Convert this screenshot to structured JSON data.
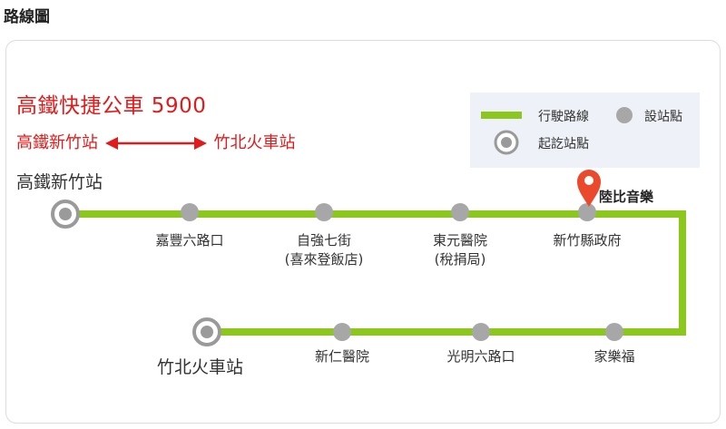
{
  "page_title": "路線圖",
  "route": {
    "name": "高鐵快捷公車 5900",
    "from": "高鐵新竹站",
    "to": "竹北火車站"
  },
  "legend": {
    "line_label": "行駛路線",
    "stop_label": "設站點",
    "terminal_label": "起訖站點"
  },
  "terminals": {
    "start": "高鐵新竹站",
    "end": "竹北火車站"
  },
  "stops_top": [
    {
      "name": "嘉豐六路口",
      "sub": ""
    },
    {
      "name": "自強七街",
      "sub": "(喜來登飯店)"
    },
    {
      "name": "東元醫院",
      "sub": "(稅捐局)"
    },
    {
      "name": "新竹縣政府",
      "sub": ""
    }
  ],
  "stops_bottom": [
    {
      "name": "新仁醫院"
    },
    {
      "name": "光明六路口"
    },
    {
      "name": "家樂福"
    }
  ],
  "landmark": "陸比音樂",
  "colors": {
    "route_line": "#8cc71e",
    "stop": "#a7a7a7",
    "terminal_ring": "#9a9a9a",
    "accent": "#e01b1b",
    "legend_bg": "#eef1f7"
  }
}
